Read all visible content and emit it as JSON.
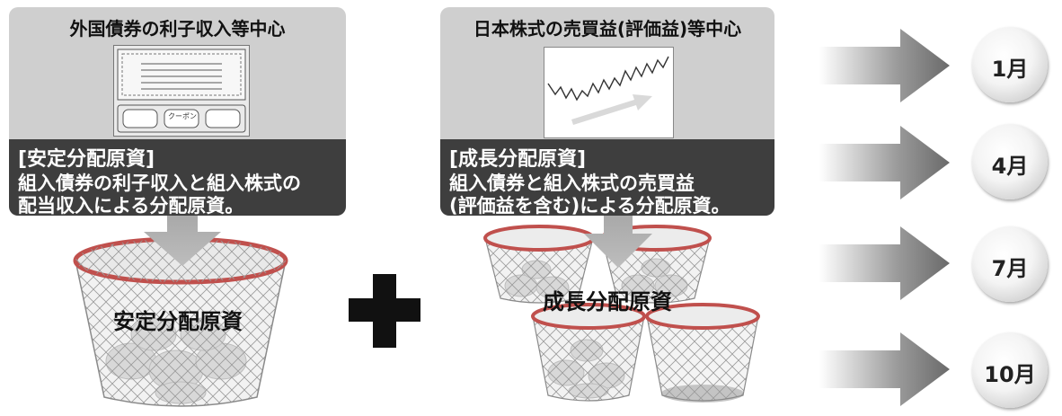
{
  "left_panel": {
    "title": "外国債券の利子収入等中心",
    "coupon_label": "クーポン",
    "heading": "[安定分配原資]",
    "desc_line1": "組入債券の利子収入と組入株式の",
    "desc_line2": "配当収入による分配原資。"
  },
  "right_panel": {
    "title": "日本株式の売買益(評価益)等中心",
    "heading": "[成長分配原資]",
    "desc_line1": "組入債券と組入株式の売買益",
    "desc_line2": "(評価益を含む)による分配原資。"
  },
  "baskets": {
    "stable_label": "安定分配原資",
    "growth_label": "成長分配原資"
  },
  "months": [
    "1月",
    "4月",
    "7月",
    "10月"
  ],
  "colors": {
    "panel_top": "#cfcfcf",
    "panel_bottom": "#3e3e3e",
    "arrow": "#7a7a7a",
    "basket_rim": "#c0504d"
  }
}
